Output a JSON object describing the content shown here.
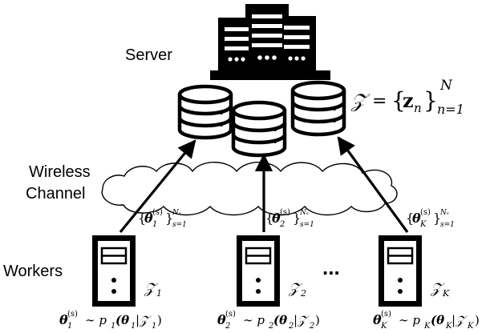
{
  "labels": {
    "server": "Server",
    "wireless_line1": "Wireless",
    "wireless_line2": "Channel",
    "workers": "Workers",
    "ellipsis": "..."
  },
  "dataset": {
    "lhs": "𝒵",
    "eq": "=",
    "open": "{",
    "elem": "z",
    "sub": "n",
    "close": "}",
    "sup": "N",
    "range": "n=1"
  },
  "uploads": [
    {
      "theta": "θ",
      "sub": "1",
      "sup": "(s)",
      "upper": "Nₛ",
      "lower": "s=1"
    },
    {
      "theta": "θ",
      "sub": "2",
      "sup": "(s)",
      "upper": "Nₛ",
      "lower": "s=1"
    },
    {
      "theta": "θ",
      "sub": "K",
      "sup": "(s)",
      "upper": "Nₛ",
      "lower": "s=1"
    }
  ],
  "workers": [
    {
      "data": "𝒵",
      "data_sub": "1",
      "theta_sub": "1",
      "sample_sup": "(s)",
      "dist": "∼ p",
      "p_sub": "1",
      "args": "(θ",
      "args_sub": "1",
      "cond": "|𝒵",
      "cond_sub": "1",
      "end": ")"
    },
    {
      "data": "𝒵",
      "data_sub": "2",
      "theta_sub": "2",
      "sample_sup": "(s)",
      "dist": "∼ p",
      "p_sub": "2",
      "args": "(θ",
      "args_sub": "2",
      "cond": "|𝒵",
      "cond_sub": "2",
      "end": ")"
    },
    {
      "data": "𝒵",
      "data_sub": "K",
      "theta_sub": "K",
      "sample_sup": "(s)",
      "dist": "∼ p",
      "p_sub": "K",
      "args": "(θ",
      "args_sub": "K",
      "cond": "|𝒵",
      "cond_sub": "K",
      "end": ")"
    }
  ]
}
